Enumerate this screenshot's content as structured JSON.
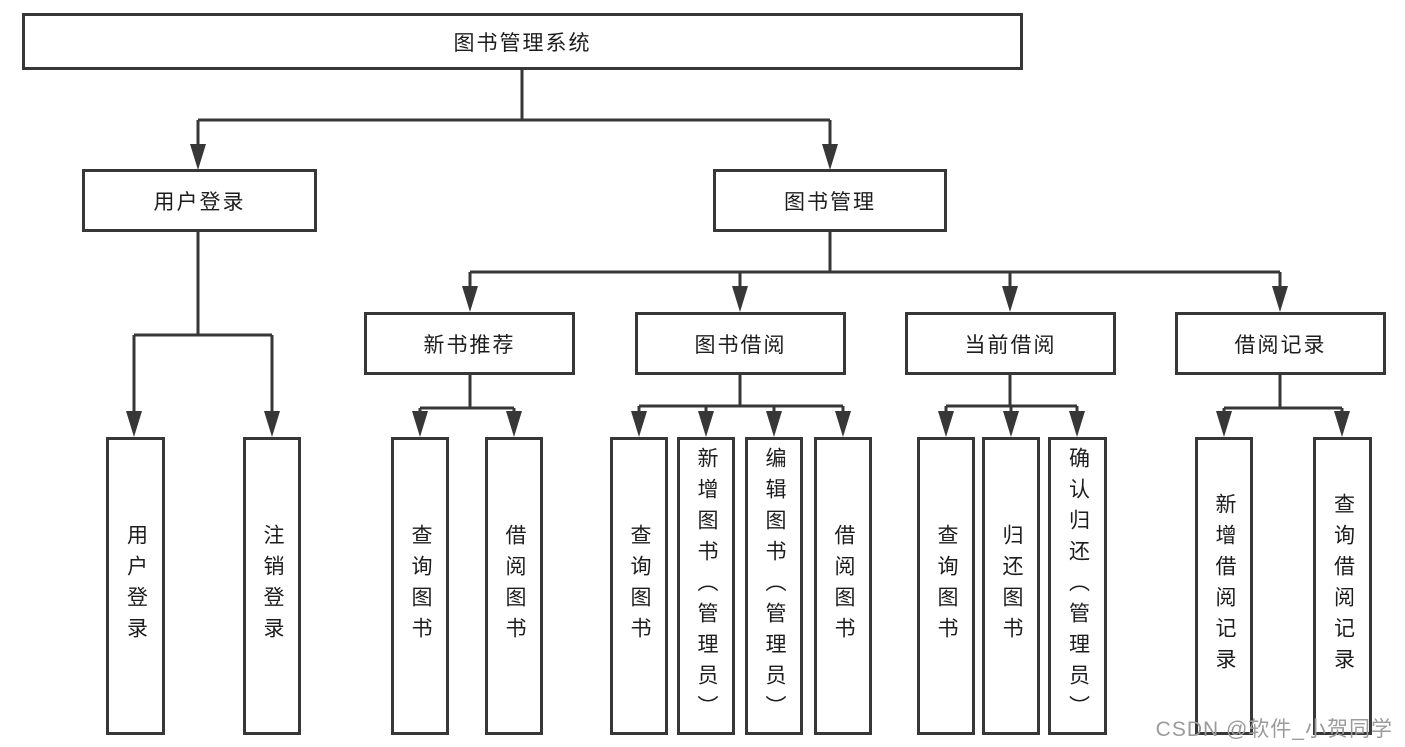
{
  "tree": {
    "root": "图书管理系统",
    "branches": [
      {
        "label": "用户登录",
        "children": [
          "用户登录",
          "注销登录"
        ]
      },
      {
        "label": "图书管理",
        "groups": [
          {
            "label": "新书推荐",
            "children": [
              "查询图书",
              "借阅图书"
            ]
          },
          {
            "label": "图书借阅",
            "children": [
              "查询图书",
              "新增图书（管理员）",
              "编辑图书（管理员）",
              "借阅图书"
            ]
          },
          {
            "label": "当前借阅",
            "children": [
              "查询图书",
              "归还图书",
              "确认归还（管理员）"
            ]
          },
          {
            "label": "借阅记录",
            "children": [
              "新增借阅记录",
              "查询借阅记录"
            ]
          }
        ]
      }
    ]
  },
  "watermark": {
    "text": "CSDN @软件_小贺同学"
  },
  "colors": {
    "line": "#373737",
    "box_border": "#373737",
    "text": "#1d1d1f",
    "watermark": "#9b9b9b",
    "background": "#ffffff"
  }
}
